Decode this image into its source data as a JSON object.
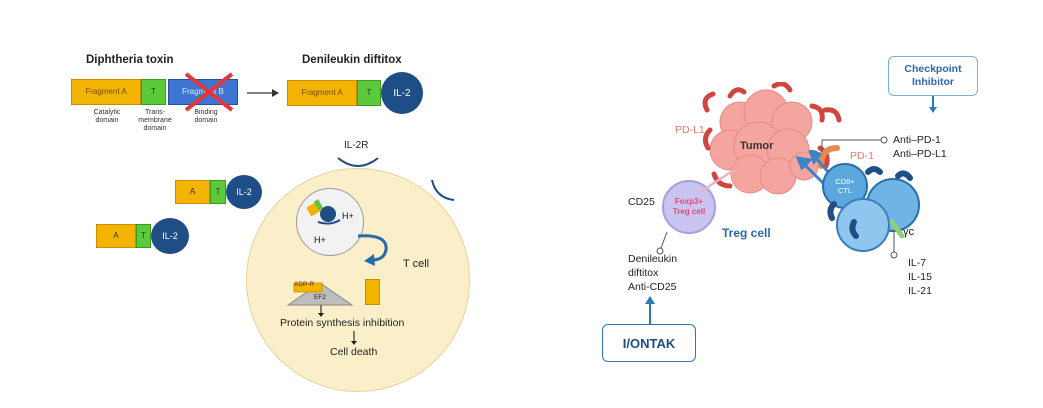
{
  "left_panel": {
    "toxin_title": "Diphtheria toxin",
    "fusion_title": "Denileukin diftitox",
    "fragment_a": "Fragment A",
    "fragment_t": "T",
    "fragment_b": "Fragment B",
    "il2": "IL-2",
    "domain_catalytic": "Catalytic domain",
    "domain_trans": "Trans-membrane domain",
    "domain_binding": "Binding domain",
    "il2r": "IL-2R",
    "small_a": "A",
    "small_t": "T",
    "hplus_1": "H+",
    "hplus_2": "H+",
    "t_cell": "T cell",
    "adpr": "ADP-R",
    "ef2": "EF2",
    "protein_synthesis": "Protein synthesis inhibition",
    "cell_death": "Cell death"
  },
  "right_panel": {
    "checkpoint_line1": "Checkpoint",
    "checkpoint_line2": "Inhibitor",
    "tumor": "Tumor",
    "pdl1_left": "PD-L1",
    "pd1": "PD-1",
    "anti_pd1": "Anti–PD-1",
    "anti_pdl1": "Anti–PD-L1",
    "cd25": "CD25",
    "foxp3_line1": "Foxp3+",
    "foxp3_line2": "Treg cell",
    "treg_cell": "Treg cell",
    "cd8_line1": "CD8+",
    "cd8_line2": "CTL",
    "gamma_c": "γc",
    "denileukin": "Denileukin",
    "diftitox": "diftitox",
    "anti_cd25": "Anti-CD25",
    "il7": "IL-7",
    "il15": "IL-15",
    "il21": "IL-21",
    "ontak": "I/ONTAK"
  },
  "colors": {
    "fragment_a": "#f2b400",
    "transmembrane": "#5cc93a",
    "fragment_b": "#3e74d2",
    "il2": "#1f4d86",
    "cross": "#e0383a",
    "t_cell_fill": "#fbefc9",
    "tumor": "#f4a59f",
    "accent_blue": "#2b7ab8"
  }
}
